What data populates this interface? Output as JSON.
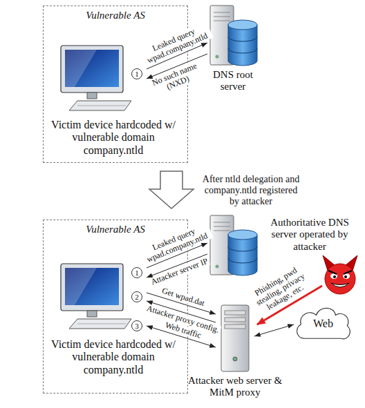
{
  "diagram": {
    "nodes": [
      {
        "text": [
          "Vulnerable AS"
        ]
      },
      {
        "text": [
          "Victim device hardcoded w/ vulnerable domain company.ntld"
        ],
        "in": 0
      },
      {
        "text": [
          "DNS root server"
        ]
      },
      {
        "text": [
          "Vulnerable AS"
        ]
      },
      {
        "text": [
          "Victim device hardcoded w/ vulnerable domain company.ntld"
        ],
        "in": 3
      },
      {
        "text": [
          "Authoritative DNS server operated by attacker"
        ]
      },
      {
        "text": [
          "Attacker web server & MitM proxy"
        ]
      },
      {
        "text": [
          "Web"
        ]
      }
    ],
    "edges": [
      {
        "from": 1,
        "to": 2,
        "label": "Leaked query wpad.company.ntld",
        "arrow": "to"
      },
      {
        "from": 2,
        "to": 1,
        "label": "No such name (NXD)",
        "arrow": "to"
      },
      {
        "from": 4,
        "to": 5,
        "label": "Leaked query wpad.company.ntld",
        "arrow": "to"
      },
      {
        "from": 5,
        "to": 4,
        "label": "Attacker server IP",
        "arrow": "to"
      },
      {
        "from": 4,
        "to": 6,
        "label": "Get wpad.dat",
        "arrow": "to"
      },
      {
        "from": 6,
        "to": 4,
        "label": "Attacker proxy config.",
        "arrow": "to"
      },
      {
        "from": 4,
        "to": 6,
        "label": "Web traffic",
        "arrow": "both"
      },
      {
        "from": 6,
        "to": 7,
        "arrow": "both"
      }
    ],
    "labels": [
      "1",
      "After ntld delegation and company.ntld registered by attacker",
      "1",
      "2",
      "3",
      "Phishing, pwd stealing, privacy leakage, etc."
    ]
  }
}
